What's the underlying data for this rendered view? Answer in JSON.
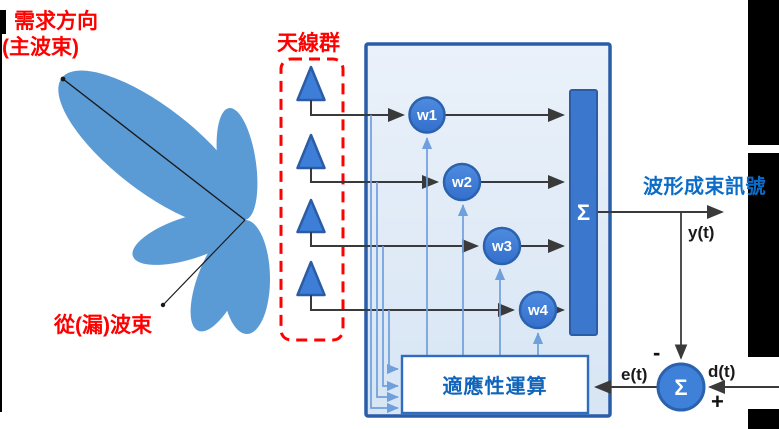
{
  "colors": {
    "red_label": "#ff0000",
    "lobe_blue": "#5b9bd5",
    "node_blue": "#3d7ed8",
    "node_border": "#2b62ae",
    "box_border": "#2a5da8",
    "box_fill_top": "#eaf1fa",
    "box_fill_bottom": "#d7e5f4",
    "signal_line": "#3a3a3a",
    "feedback_blue": "#6f9fdd",
    "title_blue": "#0b6cc8",
    "adaptive_text_blue": "#1065bb",
    "black_band": "#000000"
  },
  "beam": {
    "demand_label_line1": "需求方向",
    "demand_label_line2": "(主波束)",
    "side_lobe_label": "從(漏)波束"
  },
  "antenna": {
    "group_label": "天線群",
    "count": 4
  },
  "processor": {
    "weights": [
      {
        "label": "w1"
      },
      {
        "label": "w2"
      },
      {
        "label": "w3"
      },
      {
        "label": "w4"
      }
    ],
    "summation_symbol": "Σ",
    "adaptive_block_label": "適應性運算"
  },
  "output": {
    "signal_label": "波形成束訊號",
    "y_label": "y(t)",
    "error_label": "e(t)",
    "desired_label": "d(t)",
    "plus_sign": "+",
    "minus_sign": "-",
    "sum_symbol": "Σ"
  }
}
